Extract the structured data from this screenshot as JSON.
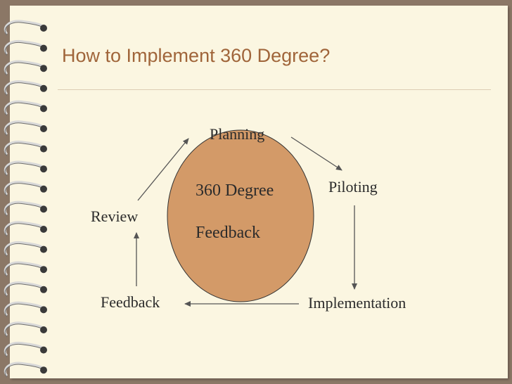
{
  "slide": {
    "title": "How to Implement 360 Degree?"
  },
  "diagram": {
    "center_line1": "360 Degree",
    "center_line2": "Feedback",
    "stages": {
      "planning": "Planning",
      "piloting": "Piloting",
      "implementation": "Implementation",
      "feedback": "Feedback",
      "review": "Review"
    }
  },
  "colors": {
    "background": "#8b7766",
    "page": "#fbf6e1",
    "title": "#a0653a",
    "circle_fill": "#d39a68",
    "rings": "#c9c9c9"
  },
  "icons": [
    "spiral-binding-icon",
    "arrow-icon"
  ]
}
